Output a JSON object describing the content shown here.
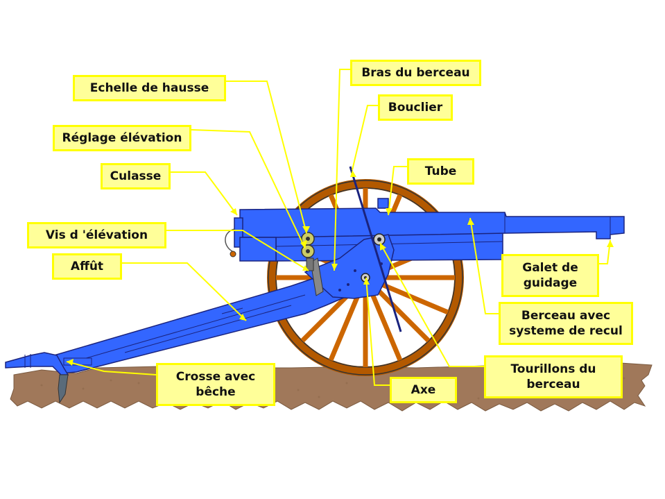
{
  "colors": {
    "label_bg": "#ffff99",
    "label_border": "#ffff00",
    "leader": "#ffff00",
    "gun": "#3366ff",
    "wheel": "#cc6600",
    "ground": "#a0785a"
  },
  "labels": {
    "echelle_hausse": "Echelle de hausse",
    "reglage_elevation": "Réglage élévation",
    "culasse": "Culasse",
    "vis_elevation": "Vis d 'élévation",
    "affut": "Affût",
    "crosse_beche": "Crosse avec\nbêche",
    "bras_berceau": "Bras du berceau",
    "bouclier": "Bouclier",
    "tube": "Tube",
    "galet_guidage": "Galet de\nguidage",
    "berceau_recul": "Berceau avec\nsysteme de recul",
    "tourillons_berceau": "Tourillons du\nberceau",
    "axe": "Axe"
  }
}
